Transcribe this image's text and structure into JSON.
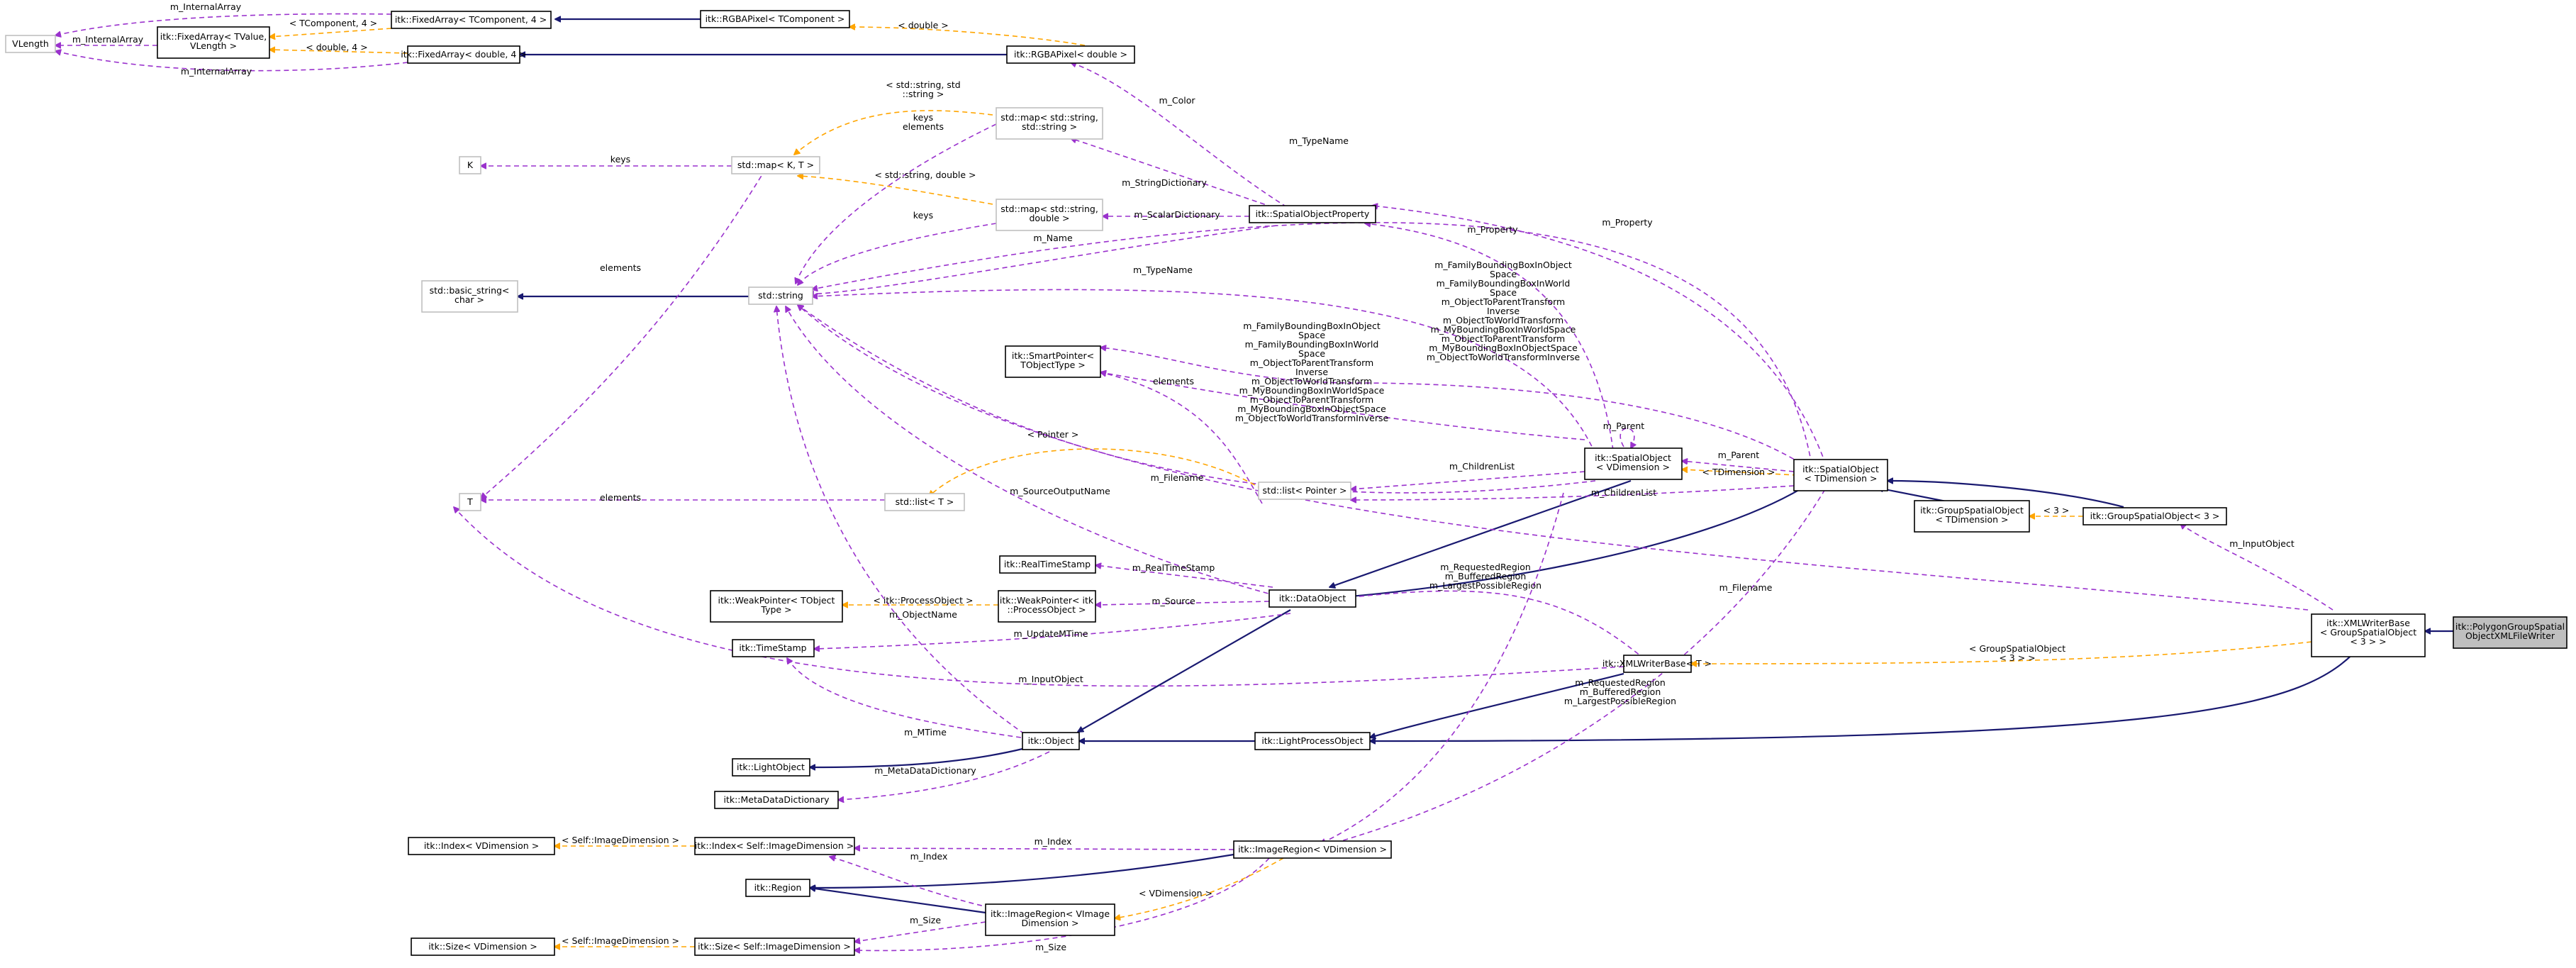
{
  "colors": {
    "inheritance": "#191970",
    "usage": "#9a32cd",
    "template": "#ffa500",
    "node_border": "#000000",
    "external_border": "#bfbfbf",
    "focus_fill": "#bfbfbf"
  },
  "nodes": {
    "vlength": [
      "VLength"
    ],
    "fixedarray_tvalue": [
      "itk::FixedArray< TValue,",
      "VLength >"
    ],
    "fixedarray_tcomponent": [
      "itk::FixedArray< TComponent, 4 >"
    ],
    "rgbapixel_tcomponent": [
      "itk::RGBAPixel< TComponent >"
    ],
    "fixedarray_double4": [
      "itk::FixedArray< double, 4 >"
    ],
    "rgbapixel_double": [
      "itk::RGBAPixel< double >"
    ],
    "k": [
      "K"
    ],
    "std_map_kt": [
      "std::map< K, T >"
    ],
    "std_map_string_string": [
      "std::map< std::string,",
      "std::string >"
    ],
    "std_map_string_double": [
      "std::map< std::string,",
      "double >"
    ],
    "spatialobjectproperty": [
      "itk::SpatialObjectProperty"
    ],
    "std_basic_string": [
      "std::basic_string<",
      "char >"
    ],
    "std_string": [
      "std::string"
    ],
    "smartpointer": [
      "itk::SmartPointer<",
      "TObjectType >"
    ],
    "t": [
      "T"
    ],
    "std_list_t": [
      "std::list< T >"
    ],
    "std_list_pointer": [
      "std::list< Pointer >"
    ],
    "spatialobject_vdim": [
      "itk::SpatialObject",
      "< VDimension >"
    ],
    "spatialobject_tdim": [
      "itk::SpatialObject",
      "< TDimension >"
    ],
    "groupspatialobject_tdim": [
      "itk::GroupSpatialObject",
      "< TDimension >"
    ],
    "groupspatialobject_3": [
      "itk::GroupSpatialObject< 3 >"
    ],
    "realtimestamp": [
      "itk::RealTimeStamp"
    ],
    "weakpointer_tobject": [
      "itk::WeakPointer< TObject",
      "Type >"
    ],
    "weakpointer_processobject": [
      "itk::WeakPointer< itk",
      "::ProcessObject >"
    ],
    "dataobject": [
      "itk::DataObject"
    ],
    "timestamp": [
      "itk::TimeStamp"
    ],
    "xmlwriterbase_t": [
      "itk::XMLWriterBase< T >"
    ],
    "xmlwriterbase_group": [
      "itk::XMLWriterBase",
      "< GroupSpatialObject",
      "< 3 > >"
    ],
    "polygon_writer": [
      "itk::PolygonGroupSpatial",
      "ObjectXMLFileWriter"
    ],
    "object": [
      "itk::Object"
    ],
    "lightprocessobject": [
      "itk::LightProcessObject"
    ],
    "lightobject": [
      "itk::LightObject"
    ],
    "metadatadictionary": [
      "itk::MetaDataDictionary"
    ],
    "index_vdim": [
      "itk::Index< VDimension >"
    ],
    "index_self": [
      "itk::Index< Self::ImageDimension >"
    ],
    "imageregion_vdim": [
      "itk::ImageRegion< VDimension >"
    ],
    "region": [
      "itk::Region"
    ],
    "imageregion_vimage": [
      "itk::ImageRegion< VImage",
      "Dimension >"
    ],
    "size_vdim": [
      "itk::Size< VDimension >"
    ],
    "size_self": [
      "itk::Size< Self::ImageDimension >"
    ]
  },
  "edge_labels": {
    "m_internalarray_1": [
      "m_InternalArray"
    ],
    "m_internalarray_2": [
      "m_InternalArray"
    ],
    "m_internalarray_3": [
      "m_InternalArray"
    ],
    "tcomponent_4": [
      "< TComponent, 4 >"
    ],
    "double_4": [
      "< double, 4 >"
    ],
    "double": [
      "< double >"
    ],
    "m_color": [
      "m_Color"
    ],
    "string_string": [
      "< std::string, std",
      "::string >"
    ],
    "keys_elements": [
      "keys",
      "elements"
    ],
    "keys_1": [
      "keys"
    ],
    "string_double": [
      "< std::string, double >"
    ],
    "keys_2": [
      "keys"
    ],
    "m_stringdictionary": [
      "m_StringDictionary"
    ],
    "m_scalardictionary": [
      "m_ScalarDictionary"
    ],
    "m_name": [
      "m_Name"
    ],
    "m_typename_1": [
      "m_TypeName"
    ],
    "m_typename_2": [
      "m_TypeName"
    ],
    "m_property_1": [
      "m_Property"
    ],
    "m_property_2": [
      "m_Property"
    ],
    "elements_1": [
      "elements"
    ],
    "elements_2": [
      "elements"
    ],
    "elements_3": [
      "elements"
    ],
    "bbox_block_1": [
      "m_FamilyBoundingBoxInObject",
      "Space",
      "m_FamilyBoundingBoxInWorld",
      "Space",
      "m_ObjectToParentTransform",
      "Inverse",
      "m_ObjectToWorldTransform",
      "m_MyBoundingBoxInWorldSpace",
      "m_ObjectToParentTransform",
      "m_MyBoundingBoxInObjectSpace",
      "m_ObjectToWorldTransformInverse"
    ],
    "bbox_block_2": [
      "m_FamilyBoundingBoxInObject",
      "Space",
      "m_FamilyBoundingBoxInWorld",
      "Space",
      "m_ObjectToParentTransform",
      "Inverse",
      "m_ObjectToWorldTransform",
      "m_MyBoundingBoxInWorldSpace",
      "m_ObjectToParentTransform",
      "m_MyBoundingBoxInObjectSpace",
      "m_ObjectToWorldTransformInverse"
    ],
    "m_parent_1": [
      "m_Parent"
    ],
    "m_parent_2": [
      "m_Parent"
    ],
    "m_childrenlist_1": [
      "m_ChildrenList"
    ],
    "m_childrenlist_2": [
      "m_ChildrenList"
    ],
    "tdimension": [
      "< TDimension >"
    ],
    "pointer": [
      "< Pointer >"
    ],
    "m_filename_1": [
      "m_Filename"
    ],
    "m_filename_2": [
      "m_Filename"
    ],
    "m_sourceoutputname": [
      "m_SourceOutputName"
    ],
    "three": [
      "< 3 >"
    ],
    "m_inputobject_1": [
      "m_InputObject"
    ],
    "m_inputobject_2": [
      "m_InputObject"
    ],
    "m_realtimestamp": [
      "m_RealTimeStamp"
    ],
    "processobject": [
      "< itk::ProcessObject >"
    ],
    "m_objectname": [
      "m_ObjectName"
    ],
    "m_source": [
      "m_Source"
    ],
    "m_updatemtime": [
      "m_UpdateMTime"
    ],
    "regions_1": [
      "m_RequestedRegion",
      "m_BufferedRegion",
      "m_LargestPossibleRegion"
    ],
    "regions_2": [
      "m_RequestedRegion",
      "m_BufferedRegion",
      "m_LargestPossibleRegion"
    ],
    "groupspatialobject_3": [
      "< GroupSpatialObject",
      "< 3 > >"
    ],
    "m_mtime": [
      "m_MTime"
    ],
    "m_metadatadictionary": [
      "m_MetaDataDictionary"
    ],
    "self_imagedimension_1": [
      "< Self::ImageDimension >"
    ],
    "self_imagedimension_2": [
      "< Self::ImageDimension >"
    ],
    "m_index_1": [
      "m_Index"
    ],
    "m_index_2": [
      "m_Index"
    ],
    "vdimension": [
      "< VDimension >"
    ],
    "m_size_1": [
      "m_Size"
    ],
    "m_size_2": [
      "m_Size"
    ]
  }
}
